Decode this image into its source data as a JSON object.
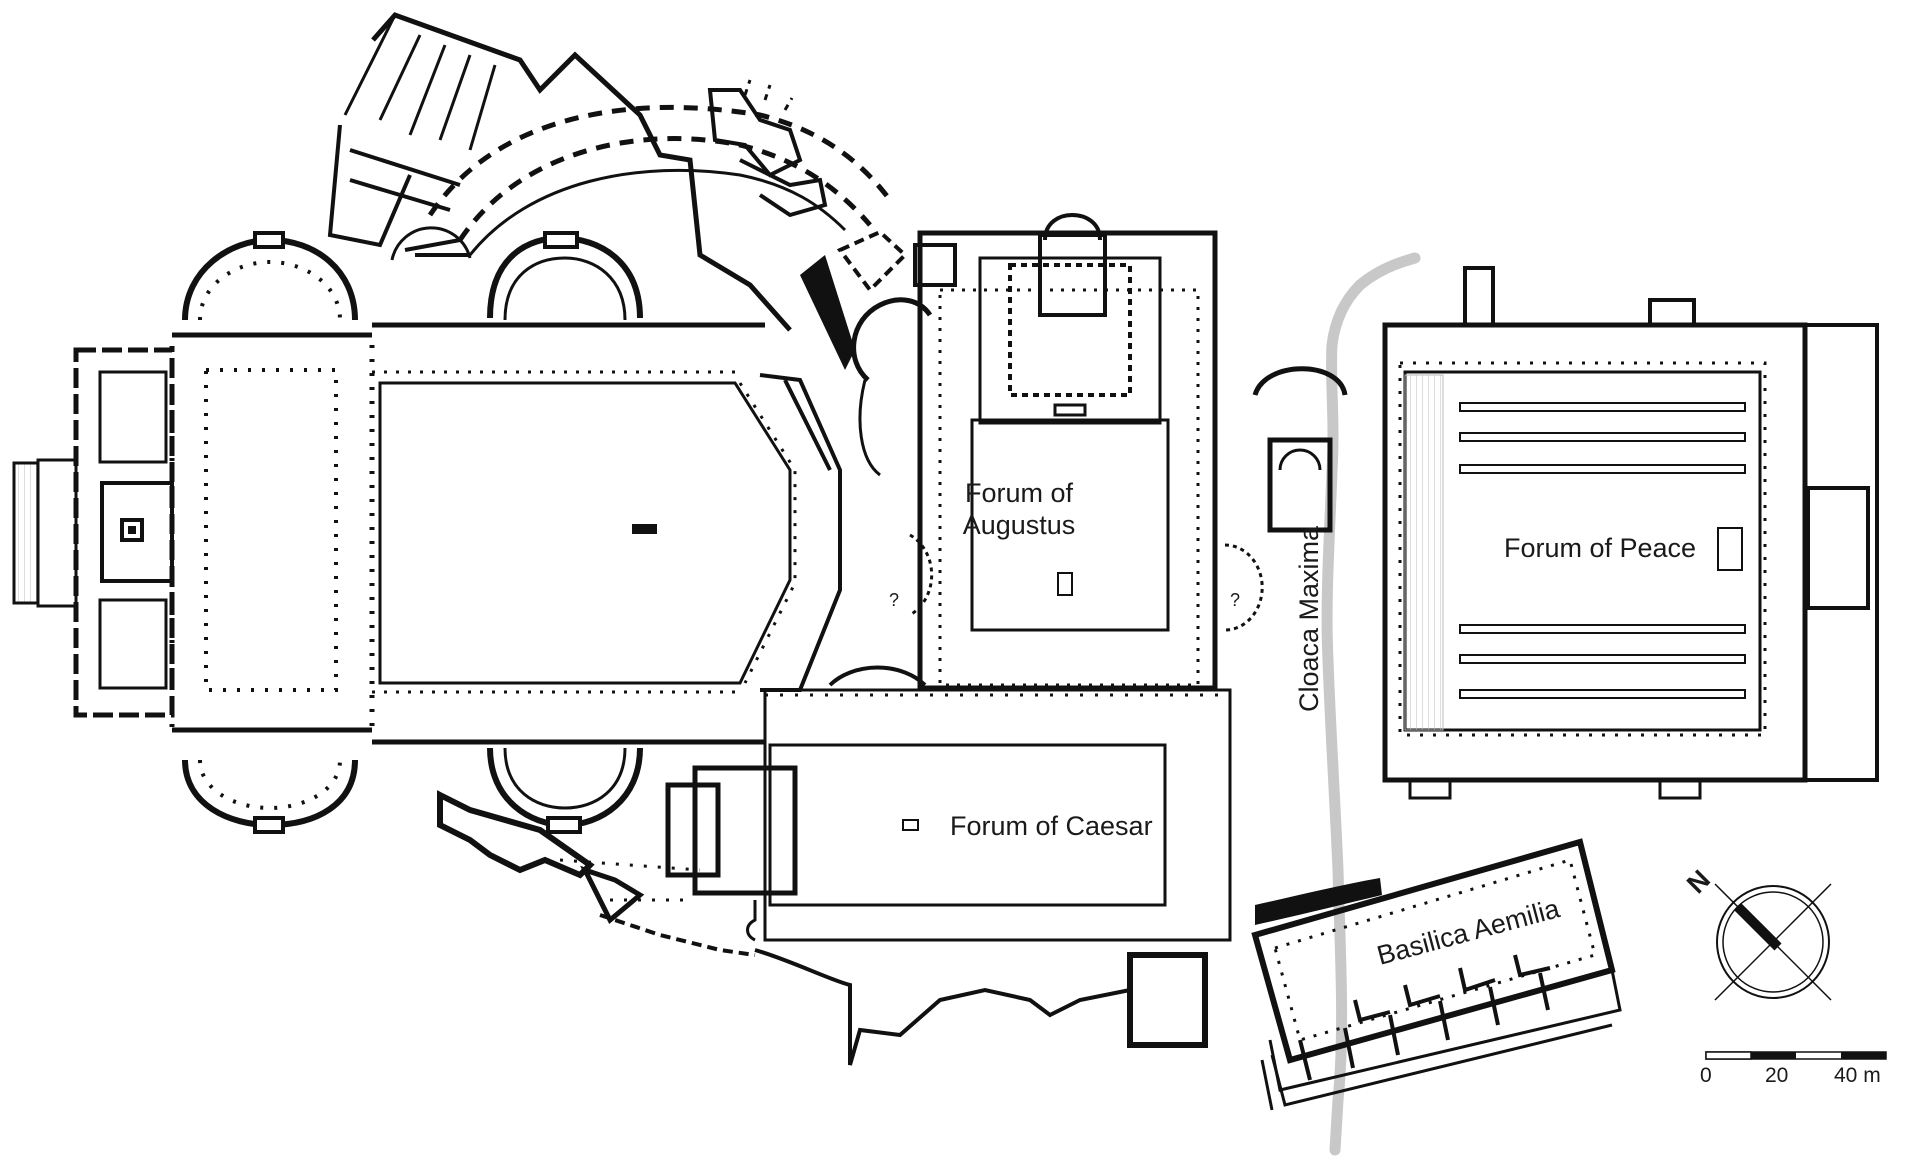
{
  "labels": {
    "forum_augustus_line1": "Forum of",
    "forum_augustus_line2": "Augustus",
    "forum_peace": "Forum of Peace",
    "forum_caesar": "Forum of Caesar",
    "cloaca_maxima": "Cloaca Maxima",
    "basilica_aemilia": "Basilica Aemilia",
    "uncertain_left": "?",
    "uncertain_right": "?"
  },
  "compass": {
    "label": "N",
    "icon": "north-arrow-icon"
  },
  "scale_bar": {
    "ticks": [
      "0",
      "20",
      "40 m"
    ],
    "max_value": 40,
    "unit": "m"
  },
  "colors": {
    "ink": "#111111",
    "background": "#ffffff",
    "water": "#c8c8c8"
  }
}
